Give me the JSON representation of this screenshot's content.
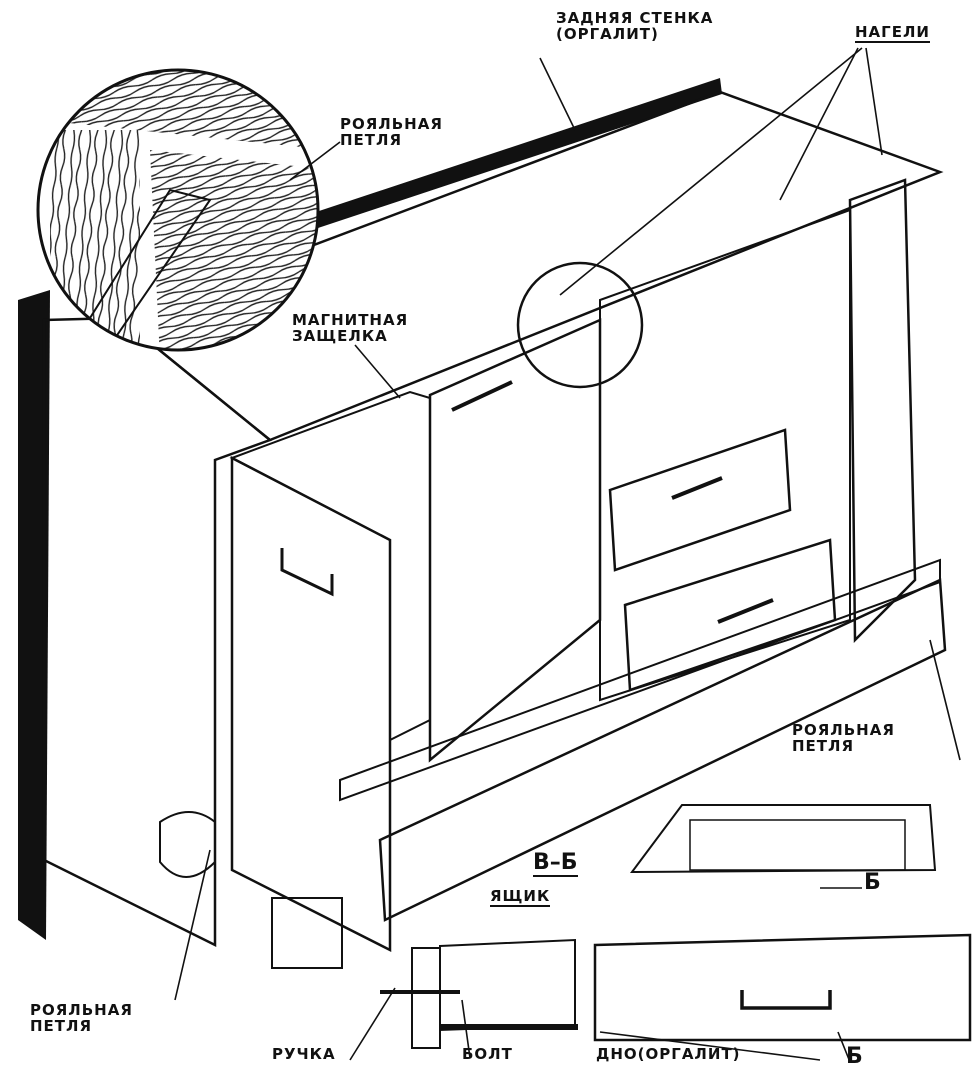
{
  "labels": {
    "back_wall": [
      "ЗАДНЯЯ СТЕНКА",
      "(ОРГАЛИТ)"
    ],
    "dowels": "НАГЕЛИ",
    "piano_hinge_top": [
      "РОЯЛЬНАЯ",
      "ПЕТЛЯ"
    ],
    "magnetic_latch": [
      "МАГНИТНАЯ",
      "ЗАЩЕЛКА"
    ],
    "piano_hinge_right": [
      "РОЯЛЬНАЯ",
      "ПЕТЛЯ"
    ],
    "section": "В–Б",
    "drawer": "ЯЩИК",
    "piano_hinge_bottom": [
      "РОЯЛЬНАЯ",
      "ПЕТЛЯ"
    ],
    "handle": "РУЧКА",
    "bolt": "БОЛТ",
    "bottom_panel": "ДНО(ОРГАЛИТ)",
    "section_mark": "Б"
  },
  "colors": {
    "ink": "#111111",
    "paper": "#ffffff",
    "shade": "#9a9a9a"
  }
}
